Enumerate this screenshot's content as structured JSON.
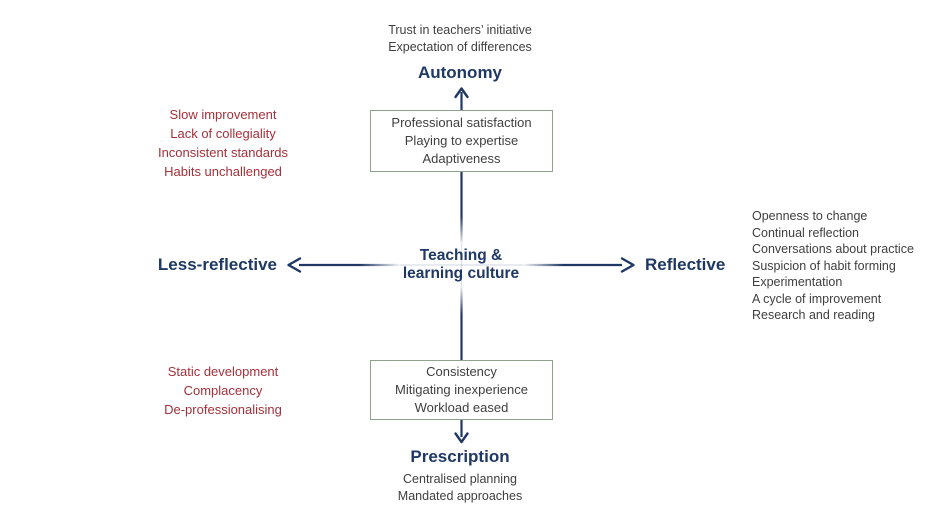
{
  "center": {
    "line1": "Teaching &",
    "line2": "learning culture"
  },
  "axes": {
    "top": {
      "label": "Autonomy",
      "annotations": [
        "Trust in teachers’ initiative",
        "Expectation of differences"
      ]
    },
    "bottom": {
      "label": "Prescription",
      "annotations": [
        "Centralised planning",
        "Mandated approaches"
      ]
    },
    "left": {
      "label": "Less-reflective"
    },
    "right": {
      "label": "Reflective"
    }
  },
  "boxes": {
    "top": [
      "Professional satisfaction",
      "Playing to expertise",
      "Adaptiveness"
    ],
    "bottom": [
      "Consistency",
      "Mitigating inexperience",
      "Workload eased"
    ]
  },
  "negatives_top": [
    "Slow improvement",
    "Lack of collegiality",
    "Inconsistent standards",
    "Habits unchallenged"
  ],
  "negatives_bottom": [
    "Static development",
    "Complacency",
    "De-professionalising"
  ],
  "reflective_list": [
    "Openness to change",
    "Continual reflection",
    "Conversations about practice",
    "Suspicion of habit forming",
    "Experimentation",
    "A cycle of improvement",
    "Research and reading"
  ],
  "colors": {
    "navy": "#1f3864",
    "red": "#a5303a",
    "text_gray": "#3f3f3f",
    "box_border_green": "#8fa38c"
  }
}
